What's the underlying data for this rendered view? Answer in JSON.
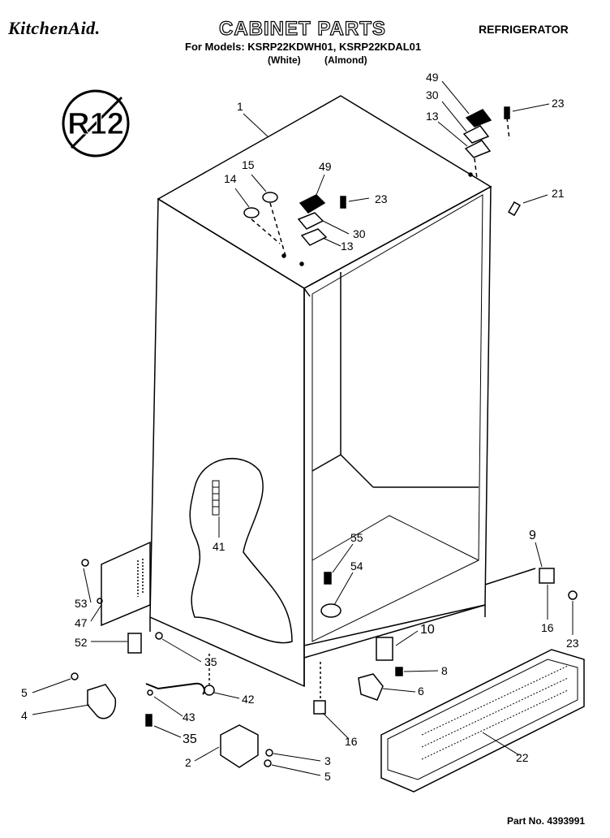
{
  "header": {
    "brand": "KitchenAid.",
    "title": "CABINET PARTS",
    "appliance": "REFRIGERATOR",
    "models_line": "For Models: KSRP22KDWH01, KSRP22KDAL01",
    "finish_white": "(White)",
    "finish_almond": "(Almond)"
  },
  "badge": {
    "text": "R12"
  },
  "callouts": [
    "1",
    "15",
    "14",
    "49",
    "23",
    "30",
    "13",
    "49",
    "30",
    "13",
    "23",
    "21",
    "41",
    "55",
    "54",
    "9",
    "16",
    "23",
    "10",
    "8",
    "6",
    "53",
    "47",
    "52",
    "35",
    "5",
    "4",
    "43",
    "35",
    "42",
    "2",
    "3",
    "5",
    "16",
    "22"
  ],
  "footer": {
    "part_number": "Part No. 4393991"
  }
}
